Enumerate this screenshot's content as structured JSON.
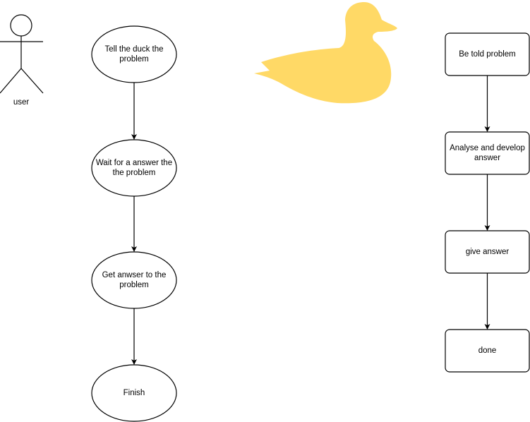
{
  "diagram": {
    "actor": {
      "label": "user"
    },
    "left_flow": {
      "nodes": [
        {
          "id": "l1",
          "label": "Tell the duck the\nproblem"
        },
        {
          "id": "l2",
          "label": "Wait for a answer the\nthe problem"
        },
        {
          "id": "l3",
          "label": "Get anwser to the\nproblem"
        },
        {
          "id": "l4",
          "label": "Finish"
        }
      ],
      "edges": [
        [
          "l1",
          "l2"
        ],
        [
          "l2",
          "l3"
        ],
        [
          "l3",
          "l4"
        ]
      ]
    },
    "right_flow": {
      "nodes": [
        {
          "id": "r1",
          "label": "Be told problem"
        },
        {
          "id": "r2",
          "label": "Analyse and develop\nanswer"
        },
        {
          "id": "r3",
          "label": "give answer"
        },
        {
          "id": "r4",
          "label": "done"
        }
      ],
      "edges": [
        [
          "r1",
          "r2"
        ],
        [
          "r2",
          "r3"
        ],
        [
          "r3",
          "r4"
        ]
      ]
    },
    "duck": {
      "fill": "#FFD966"
    },
    "colors": {
      "stroke": "#000000",
      "node_fill": "#ffffff"
    }
  }
}
